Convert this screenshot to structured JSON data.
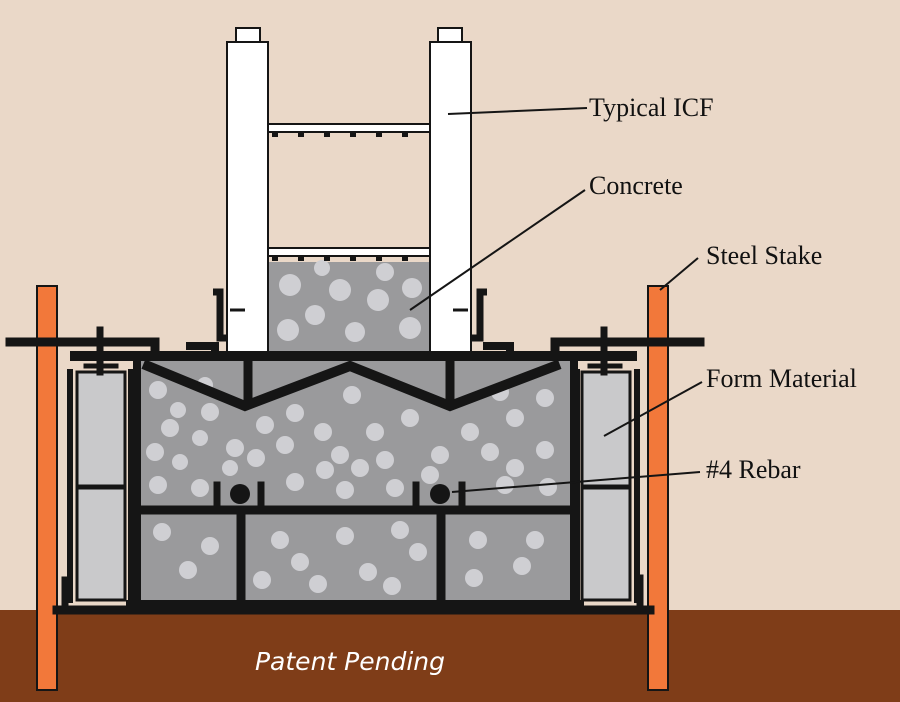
{
  "labels": {
    "icf": "Typical ICF",
    "concrete": "Concrete",
    "steel_stake": "Steel Stake",
    "form_material": "Form Material",
    "rebar": "#4 Rebar"
  },
  "footer": {
    "patent": "Patent Pending"
  },
  "colors": {
    "background": "#ead8c8",
    "ground": "#7f3d18",
    "stake": "#f2783a",
    "concrete": "#9a9a9c",
    "aggregate": "#cfcfd3",
    "form_panel": "#c9c9cb",
    "icf_foam": "#ffffff",
    "outline": "#151515"
  }
}
